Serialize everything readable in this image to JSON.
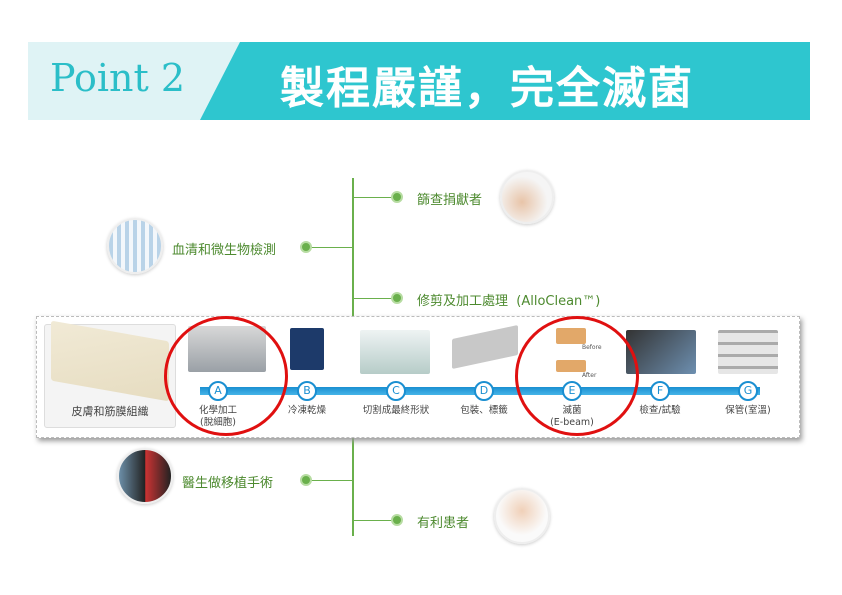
{
  "header": {
    "point": "Point 2",
    "title": "製程嚴謹，完全滅菌"
  },
  "flow": {
    "screening": "篩查捐獻者",
    "testing": "血清和微生物檢測",
    "trimming": "修剪及加工處理  (AlloClean™)",
    "surgery": "醫生做移植手術",
    "benefit": "有利患者"
  },
  "strip": {
    "tissue": "皮膚和筋膜組織",
    "steps": [
      {
        "letter": "A",
        "label": "化學加工",
        "sub": "(脫細胞)"
      },
      {
        "letter": "B",
        "label": "冷凍乾燥",
        "sub": ""
      },
      {
        "letter": "C",
        "label": "切割成最終形狀",
        "sub": ""
      },
      {
        "letter": "D",
        "label": "包裝、標籤",
        "sub": ""
      },
      {
        "letter": "E",
        "label": "滅菌",
        "sub": "(E-beam)"
      },
      {
        "letter": "F",
        "label": "檢查/試驗",
        "sub": ""
      },
      {
        "letter": "G",
        "label": "保管(室溫)",
        "sub": ""
      }
    ],
    "before": "Before",
    "after": "After"
  },
  "colors": {
    "teal": "#2ec6cf",
    "green": "#6ab04c",
    "blue": "#1a8fd1",
    "red": "#e01010"
  }
}
